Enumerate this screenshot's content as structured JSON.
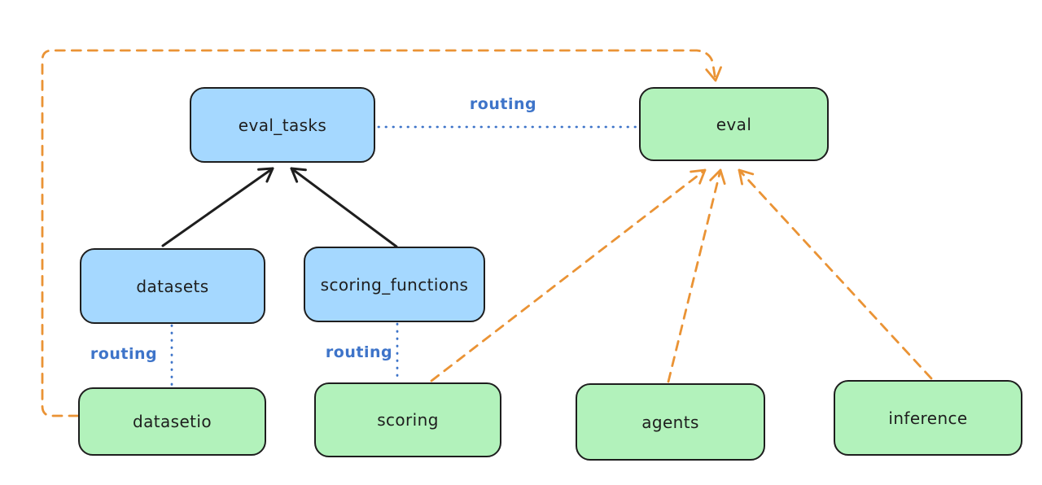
{
  "diagram": {
    "type": "flowchart",
    "background": "#ffffff",
    "colors": {
      "blue_node_fill": "#a5d8ff",
      "green_node_fill": "#b2f2bb",
      "node_stroke": "#1e1e1e",
      "routing_edge_blue": "#3e74c9",
      "provider_edge_orange": "#ea9335",
      "dependency_edge_black": "#1e1e1e"
    },
    "nodes": [
      {
        "id": "eval_tasks",
        "label": "eval_tasks",
        "color": "blue"
      },
      {
        "id": "eval",
        "label": "eval",
        "color": "green"
      },
      {
        "id": "datasets",
        "label": "datasets",
        "color": "blue"
      },
      {
        "id": "scoring_functions",
        "label": "scoring_functions",
        "color": "blue"
      },
      {
        "id": "datasetio",
        "label": "datasetio",
        "color": "green"
      },
      {
        "id": "scoring",
        "label": "scoring",
        "color": "green"
      },
      {
        "id": "agents",
        "label": "agents",
        "color": "green"
      },
      {
        "id": "inference",
        "label": "inference",
        "color": "green"
      }
    ],
    "edges": [
      {
        "from": "datasets",
        "to": "eval_tasks",
        "style": "solid-black-arrow"
      },
      {
        "from": "scoring_functions",
        "to": "eval_tasks",
        "style": "solid-black-arrow"
      },
      {
        "from": "eval_tasks",
        "to": "eval",
        "style": "dotted-blue",
        "label": "routing"
      },
      {
        "from": "datasets",
        "to": "datasetio",
        "style": "dotted-blue",
        "label": "routing"
      },
      {
        "from": "scoring_functions",
        "to": "scoring",
        "style": "dotted-blue",
        "label": "routing"
      },
      {
        "from": "datasetio",
        "to": "eval",
        "style": "dashed-orange-arrow"
      },
      {
        "from": "scoring",
        "to": "eval",
        "style": "dashed-orange-arrow"
      },
      {
        "from": "agents",
        "to": "eval",
        "style": "dashed-orange-arrow"
      },
      {
        "from": "inference",
        "to": "eval",
        "style": "dashed-orange-arrow"
      }
    ]
  }
}
